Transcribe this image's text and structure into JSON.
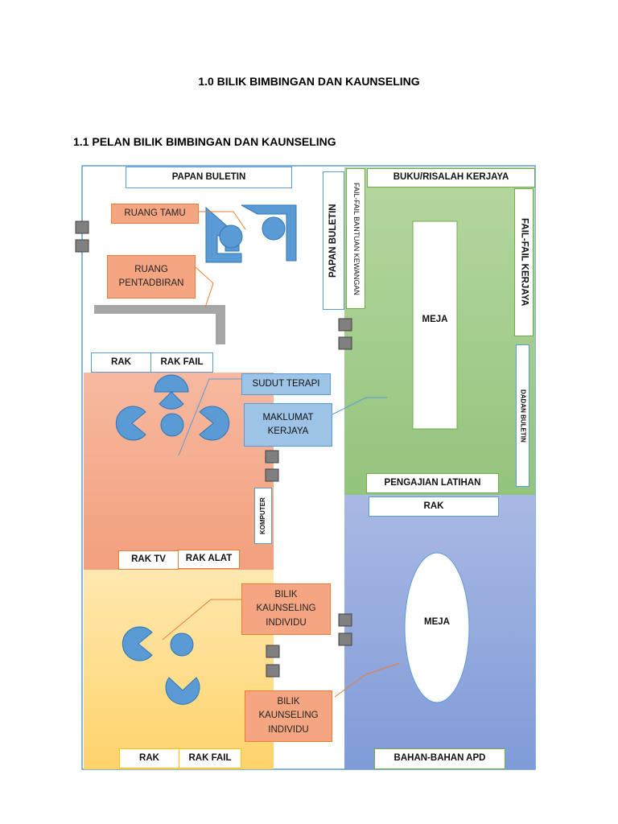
{
  "document": {
    "title": "1.0 BILIK BIMBINGAN DAN KAUNSELING",
    "subtitle": "1.1 PELAN BILIK BIMBINGAN DAN KAUNSELING"
  },
  "floorplan": {
    "labels": {
      "papan_buletin_top": "PAPAN BULETIN",
      "ruang_tamu": "RUANG TAMU",
      "ruang_pentadbiran": "RUANG PENTADBIRAN",
      "papan_buletin_vertical": "PAPAN BULETIN",
      "fail_bantuan": "FAIL-FAIL BANTUAN KEWANGAN",
      "buku_risalah": "BUKU/RISALAH KERJAYA",
      "fail_kerjaya": "FAIL-FAIL KERJAYA",
      "meja_top": "MEJA",
      "dadan_buletin": "DADAN BULETIN",
      "rak_top": "RAK",
      "rak_fail_top": "RAK FAIL",
      "sudut_terapi": "SUDUT TERAPI",
      "maklumat_kerjaya": "MAKLUMAT KERJAYA",
      "pengajian_latihan": "PENGAJIAN LATIHAN",
      "rak_mid": "RAK",
      "komputer": "KOMPUTER",
      "rak_tv": "RAK TV",
      "rak_alat": "RAK ALAT",
      "bilik_kaunseling_1": "BILIK KAUNSELING INDIVIDU",
      "meja_oval": "MEJA",
      "bilik_kaunseling_2": "BILIK KAUNSELING INDIVIDU",
      "rak_bottom": "RAK",
      "rak_fail_bottom": "RAK FAIL",
      "bahan_apd": "BAHAN-BAHAN APD"
    },
    "colors": {
      "outline": "#5b9bd5",
      "zone_green": "#a9d18e",
      "zone_blue": "#8fa8de",
      "zone_orange": "#f4a582",
      "zone_yellow": "#ffd97a",
      "shape_blue": "#5b9bd5",
      "door_gray": "#808080"
    }
  }
}
